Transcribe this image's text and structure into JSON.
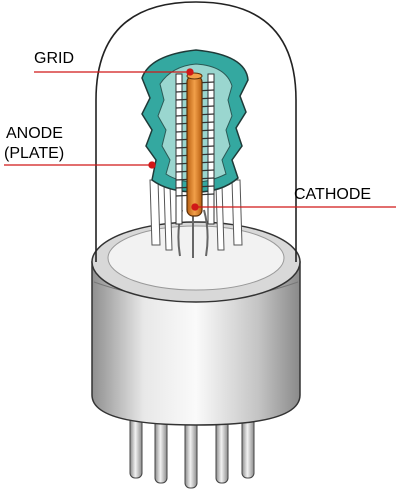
{
  "labels": {
    "grid": "GRID",
    "anode": "ANODE",
    "plate": "(PLATE)",
    "cathode": "CATHODE"
  },
  "colors": {
    "glass_outline": "#222222",
    "anode_fill": "#34a8a0",
    "anode_inner": "#9ad6cf",
    "cathode": "#e58a2b",
    "leader_line": "#d01818",
    "base_metal": "#c9c9c9",
    "base_top": "#e3e3e3",
    "pins": "#b8b8b8"
  },
  "icons": [
    "vacuum-tube-illustration"
  ]
}
